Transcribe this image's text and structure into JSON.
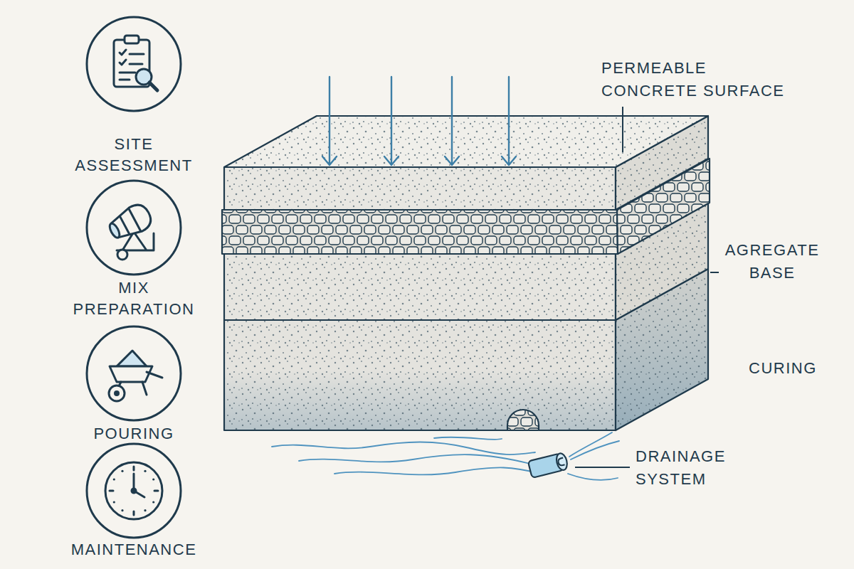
{
  "diagram": {
    "nodes": [
      {
        "text": [
          "SITE ASSESSMENT"
        ]
      },
      {
        "text": [
          "MIX PREPARATION"
        ]
      },
      {
        "text": [
          "POURING"
        ]
      },
      {
        "text": [
          "MAINTENANCE"
        ]
      }
    ],
    "labels": [
      "PERMEABLE CONCRETE SURFACE",
      "AGREGATE BASE",
      "CURING",
      "DRAINAGE SYSTEM"
    ]
  }
}
